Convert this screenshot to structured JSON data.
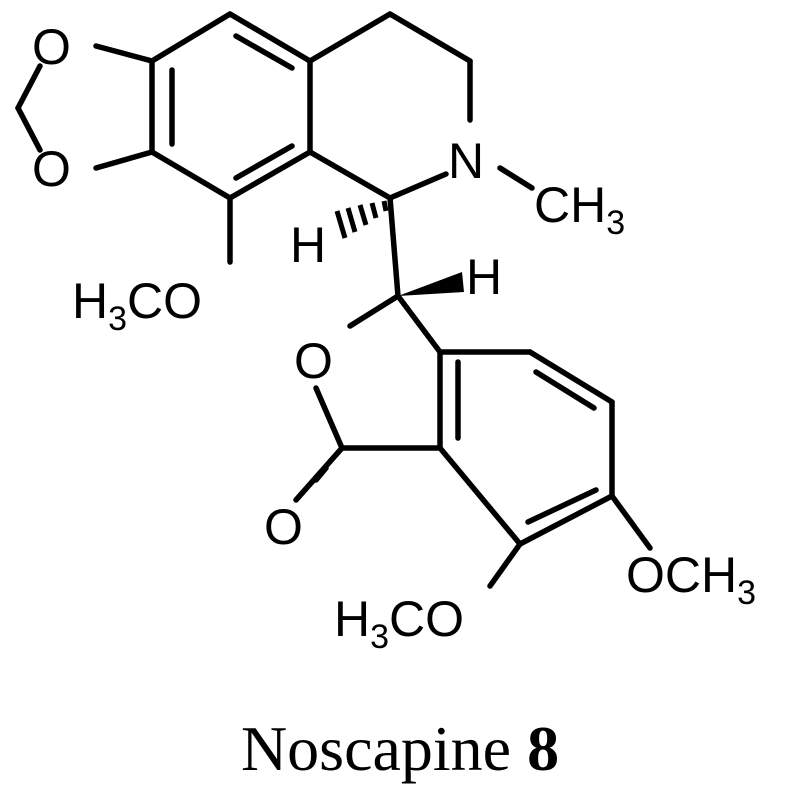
{
  "figure": {
    "atoms": {
      "o_dioxole_top": "O",
      "o_dioxole_bottom": "O",
      "n_ring": "N",
      "n_methyl_main": "CH",
      "n_methyl_sub": "3",
      "h_c1": "H",
      "h_c2": "H",
      "methoxy_left_h": "H",
      "methoxy_left_sub": "3",
      "methoxy_left_co": "CO",
      "o_lactone_ring": "O",
      "o_carbonyl": "O",
      "methoxy_right_oc": "OCH",
      "methoxy_right_sub": "3",
      "methoxy_bottom_h": "H",
      "methoxy_bottom_sub": "3",
      "methoxy_bottom_co": "CO"
    },
    "caption": {
      "name": "Noscapine",
      "number": "8"
    }
  }
}
